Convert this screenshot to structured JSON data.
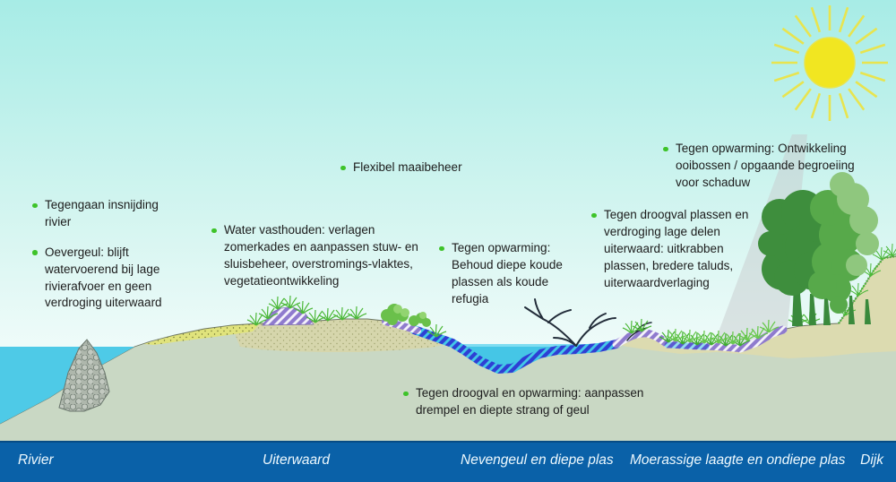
{
  "annotations": {
    "insnijding": {
      "items": [
        "Tegengaan insnijding rivier",
        "Oevergeul: blijft watervoerend bij lage rivierafvoer en geen verdroging uiterwaard"
      ]
    },
    "maaibeheer": {
      "items": [
        "Flexibel maaibeheer"
      ]
    },
    "water_vasthouden": {
      "items": [
        "Water vasthouden: verlagen zomerkades en aanpassen stuw- en sluisbeheer, overstromings-vlaktes, vegetatieontwikkeling"
      ]
    },
    "koude_refugia": {
      "items": [
        "Tegen opwarming: Behoud diepe koude plassen als koude refugia"
      ]
    },
    "ooibossen": {
      "items": [
        "Tegen opwarming: Ontwikkeling ooibossen / opgaande begroeiing voor schaduw"
      ]
    },
    "droogval_plassen": {
      "items": [
        "Tegen droogval plassen en verdroging lage delen uiterwaard: uitkrabben plassen, bredere taluds, uiterwaardverlaging"
      ]
    },
    "drempel": {
      "items": [
        "Tegen droogval en opwarming: aanpassen drempel en diepte strang of geul"
      ]
    }
  },
  "zone_bar": {
    "labels": [
      "Rivier",
      "Uiterwaard",
      "Nevengeul en diepe plas",
      "Moerassige laagte en ondiepe plas",
      "Dijk"
    ]
  },
  "colors": {
    "bullet": "#3ec32a",
    "bar": "#0a61a8",
    "water": "#4ecae7",
    "sun": "#f1e621",
    "sky_top": "#a7ece6",
    "soil": "#c9d8c4",
    "dike_tan": "#dcdbb0"
  }
}
